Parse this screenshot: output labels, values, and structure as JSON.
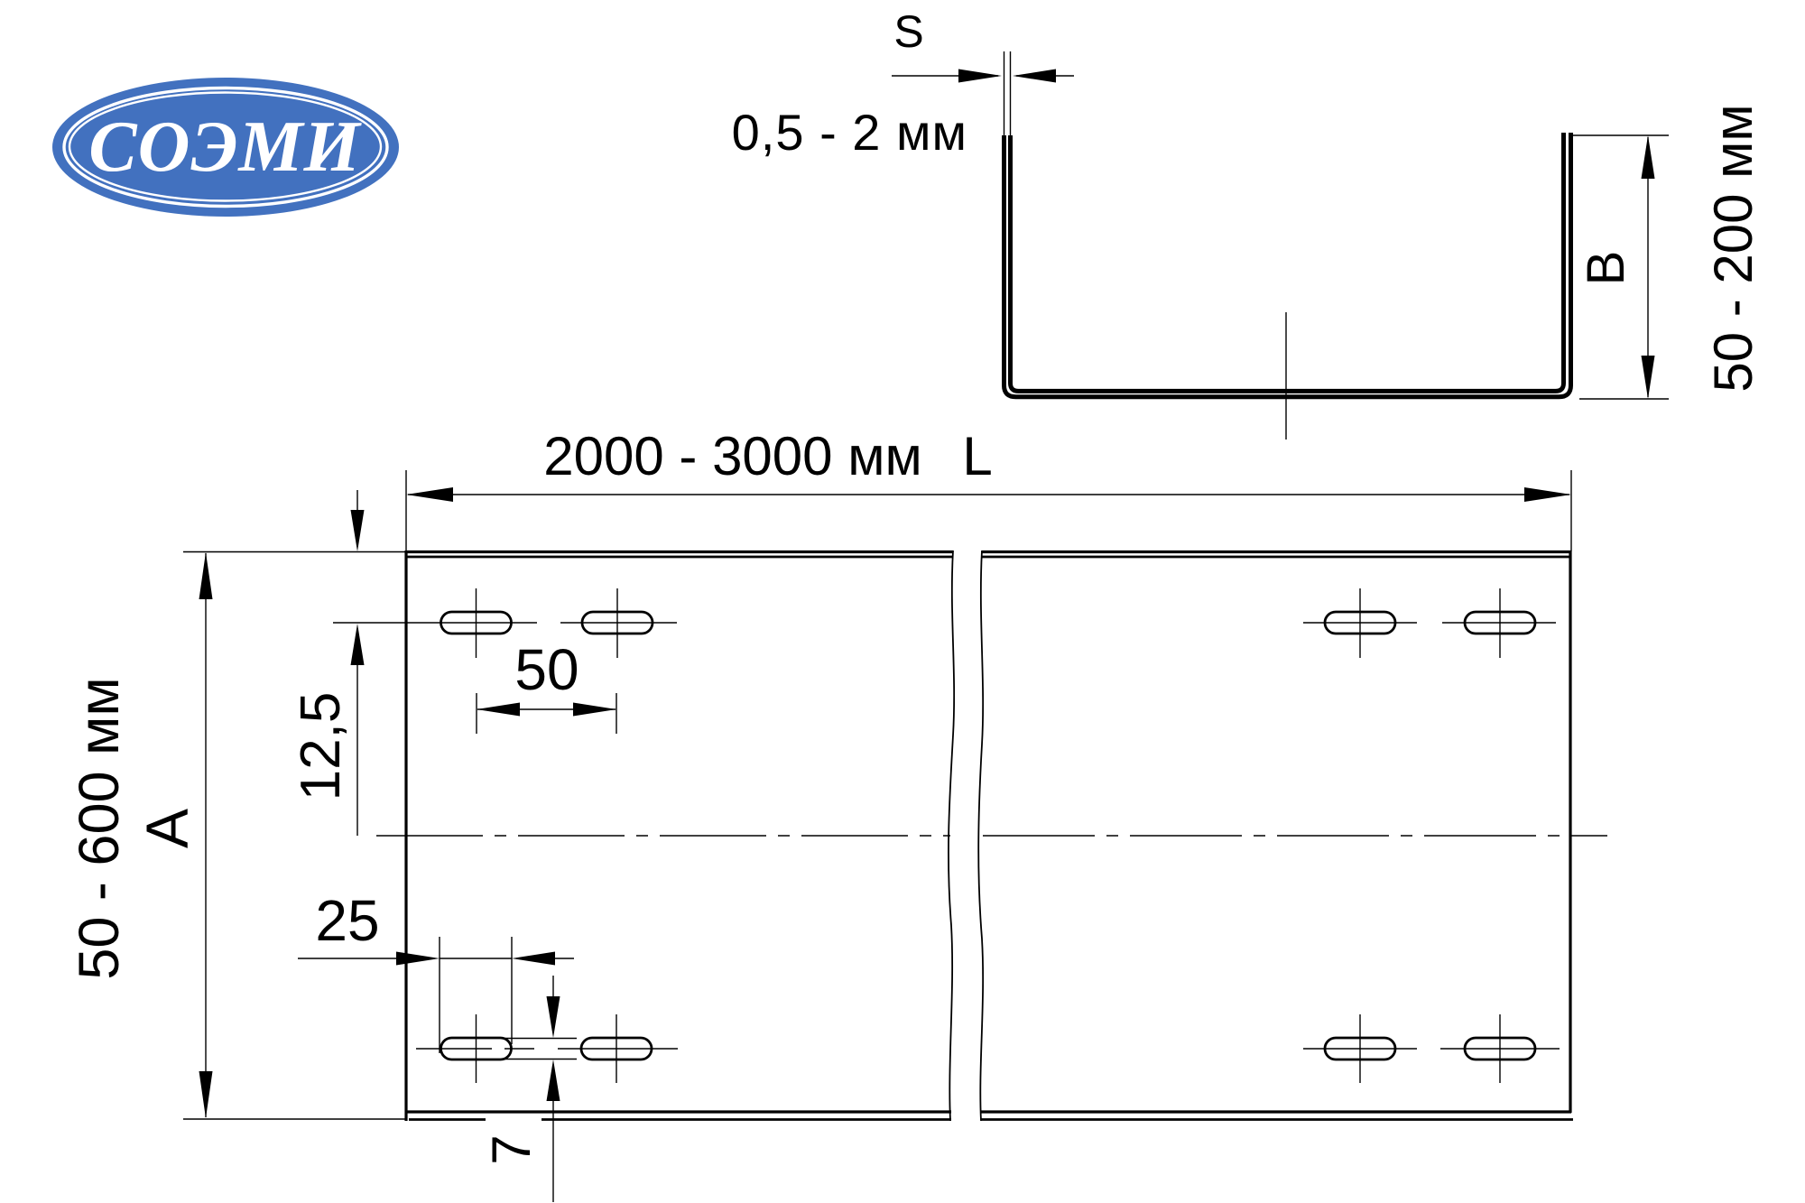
{
  "logo": {
    "text": "СОЭМИ",
    "bg_color": "#4271BF",
    "text_color": "#FFFFFF"
  },
  "section_view": {
    "thickness_label": "S",
    "thickness_range": "0,5 - 2 мм",
    "height_label": "B",
    "height_range": "50 - 200 мм"
  },
  "plan_view": {
    "length_range": "2000 - 3000 мм",
    "length_label": "L",
    "width_label": "A",
    "width_range": "50 - 600 мм",
    "row_offset": "12,5",
    "slot_pitch": "50",
    "slot_length": "25",
    "slot_width": "7"
  },
  "colors": {
    "line": "#000000",
    "background": "#FFFFFF"
  }
}
